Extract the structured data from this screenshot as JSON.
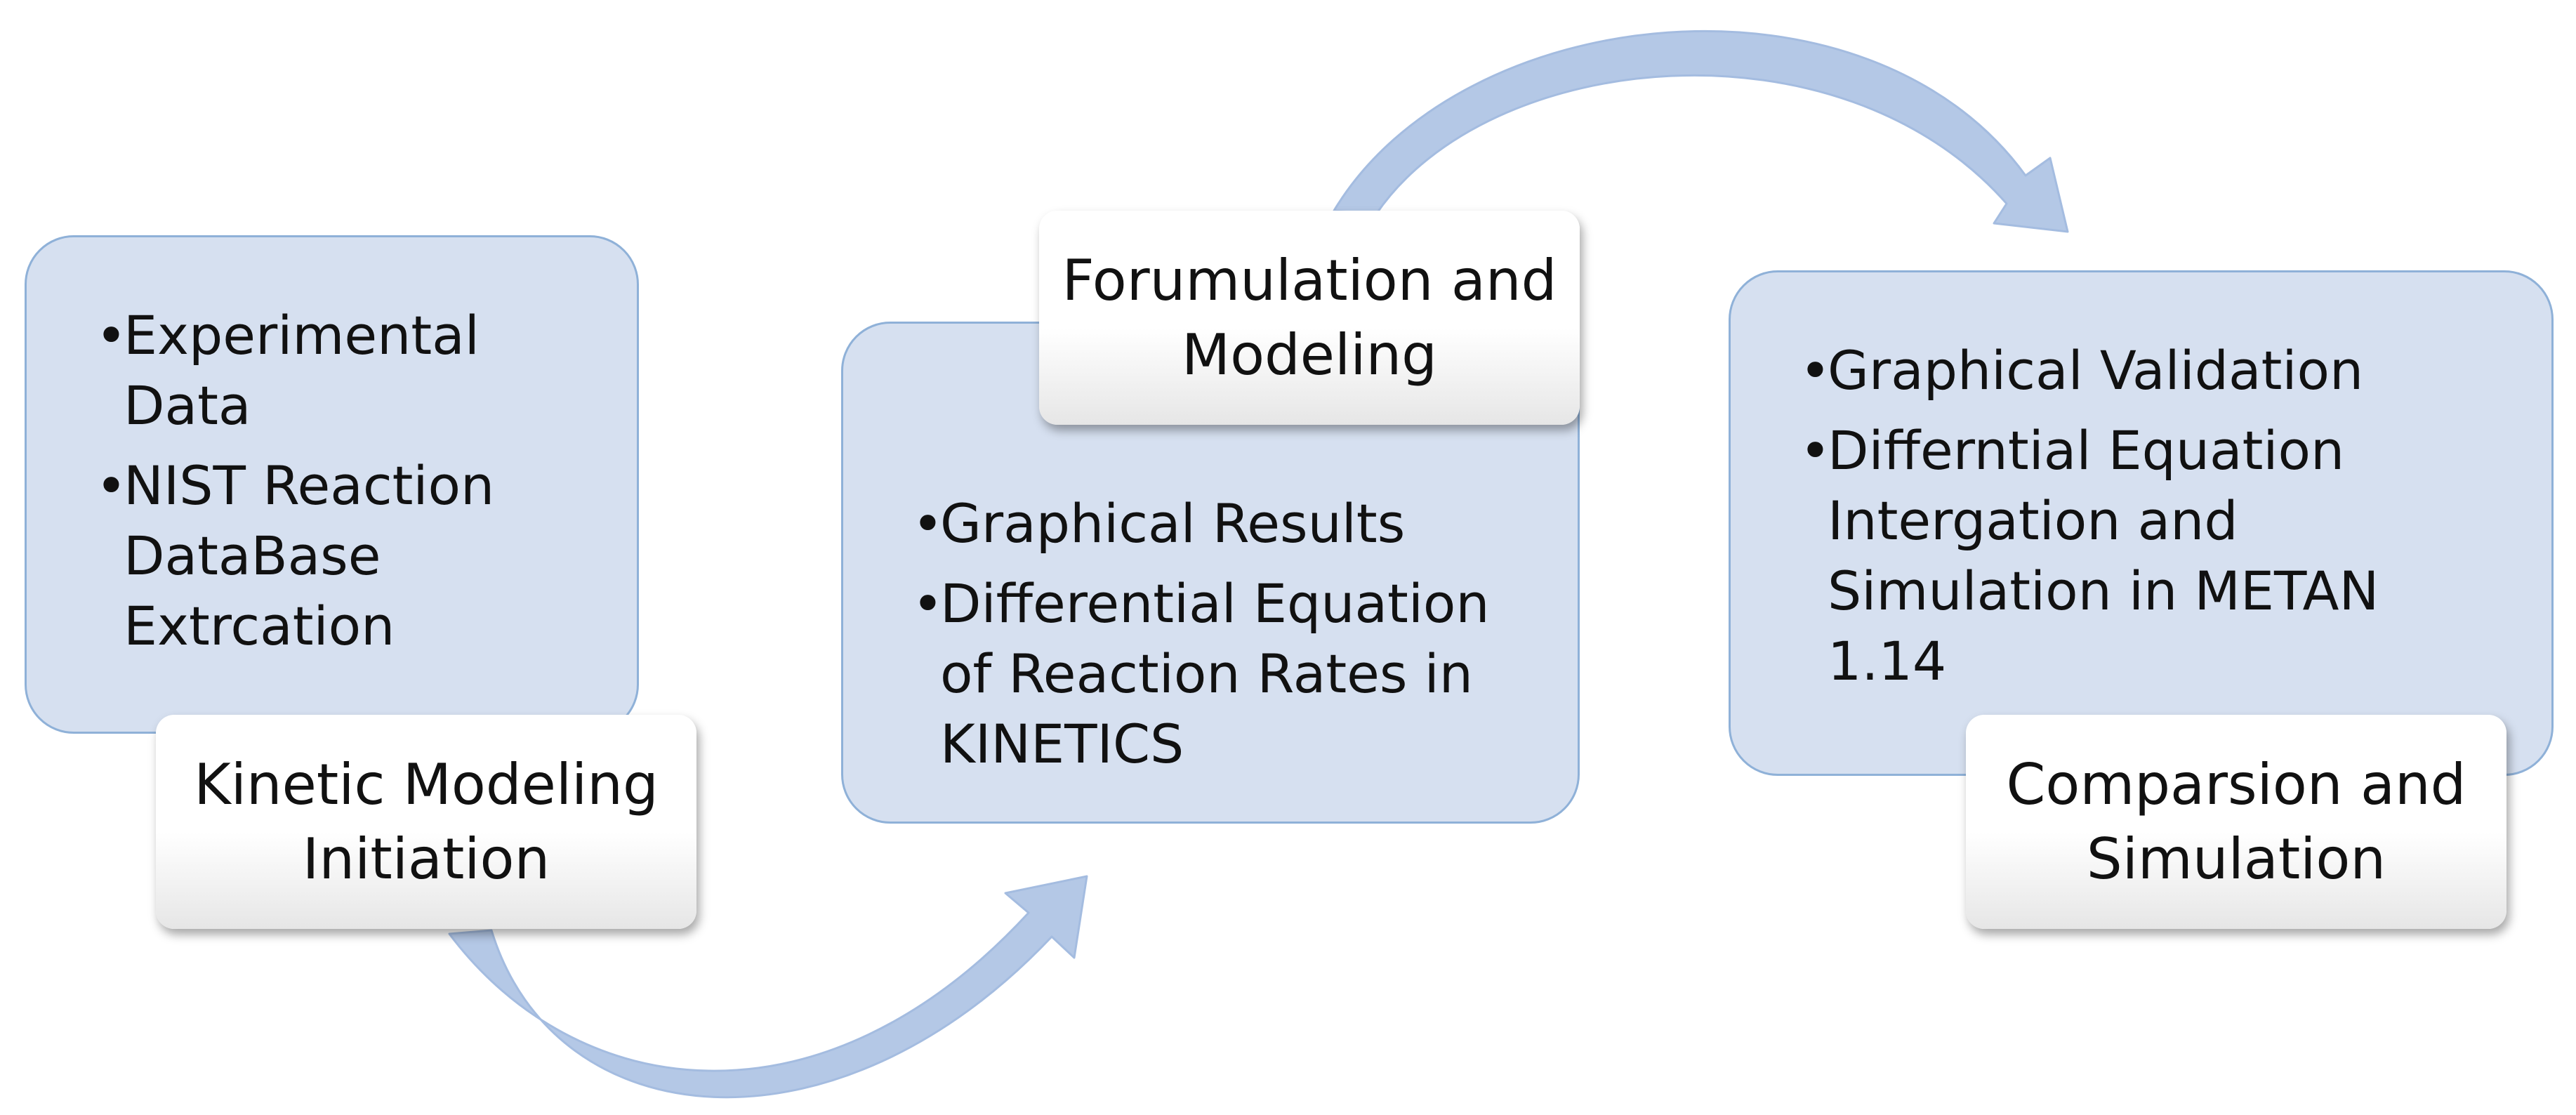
{
  "colors": {
    "panel_fill": "#d6e0f0",
    "panel_border": "#8fb1d8",
    "arrow": "#b4c8e6",
    "label_fill": "#ffffff",
    "text": "#111111"
  },
  "stages": [
    {
      "label": "Kinetic Modeling Initiation",
      "bullets": [
        "Experimental Data",
        "NIST Reaction DataBase Extrcation"
      ]
    },
    {
      "label": "Forumulation and Modeling",
      "bullets": [
        "Graphical Results",
        "Differential Equation of Reaction Rates in KINETICS"
      ]
    },
    {
      "label": "Comparsion and Simulation",
      "bullets": [
        "Graphical Validation",
        "Differntial Equation Intergation and Simulation in METAN 1.14"
      ]
    }
  ]
}
